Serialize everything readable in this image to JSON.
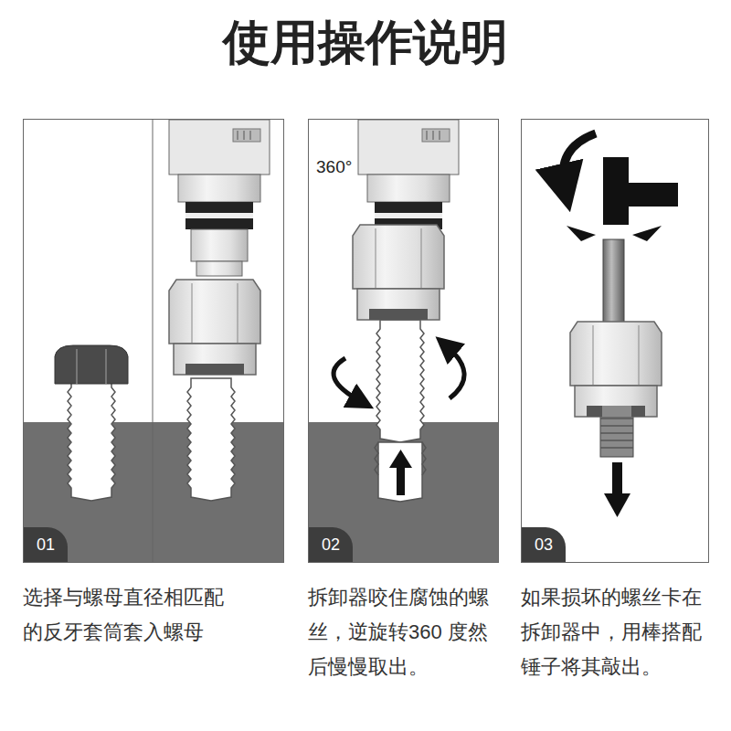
{
  "diagram": {
    "title": "使用操作说明",
    "nodes": [
      {
        "text": [
          "选择与螺母直径相匹配的反牙套筒套入螺母"
        ]
      },
      {
        "text": [
          "01"
        ],
        "in": 0
      },
      {
        "text": [
          "拆卸器咬住腐蚀的螺丝，逆旋转360 度然后慢慢取出。"
        ]
      },
      {
        "text": [
          "02"
        ],
        "in": 2
      },
      {
        "text": [
          "如果损坏的螺丝卡在拆卸器中，用棒搭配锤子将其敲出。"
        ]
      },
      {
        "text": [
          "03"
        ],
        "in": 4
      }
    ],
    "labels": [
      "360°"
    ]
  }
}
